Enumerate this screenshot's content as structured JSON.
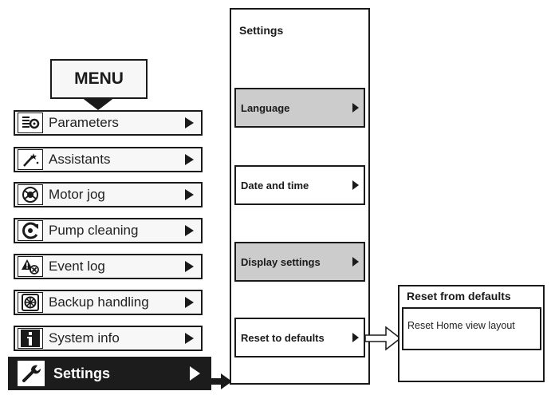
{
  "menu": {
    "title": "MENU",
    "items": [
      {
        "label": "Parameters",
        "icon": "parameters-icon"
      },
      {
        "label": "Assistants",
        "icon": "assistants-wand-icon"
      },
      {
        "label": "Motor jog",
        "icon": "motor-jog-icon"
      },
      {
        "label": "Pump cleaning",
        "icon": "pump-cleaning-icon"
      },
      {
        "label": "Event log",
        "icon": "event-log-warning-icon"
      },
      {
        "label": "Backup handling",
        "icon": "backup-handling-icon"
      },
      {
        "label": "System info",
        "icon": "system-info-icon"
      },
      {
        "label": "Settings",
        "icon": "settings-wrench-icon",
        "active": true
      }
    ]
  },
  "settings": {
    "title": "Settings",
    "items": [
      {
        "label": "Language",
        "shaded": true
      },
      {
        "label": "Date and time",
        "shaded": false
      },
      {
        "label": "Display settings",
        "shaded": true
      },
      {
        "label": "Reset to defaults",
        "shaded": false
      }
    ]
  },
  "reset": {
    "title": "Reset from defaults",
    "option": "Reset Home view layout"
  },
  "colors": {
    "border": "#1a1a1a",
    "item_bg": "#f7f7f7",
    "active_bg": "#1c1c1c",
    "shaded_bg": "#cccccc"
  }
}
